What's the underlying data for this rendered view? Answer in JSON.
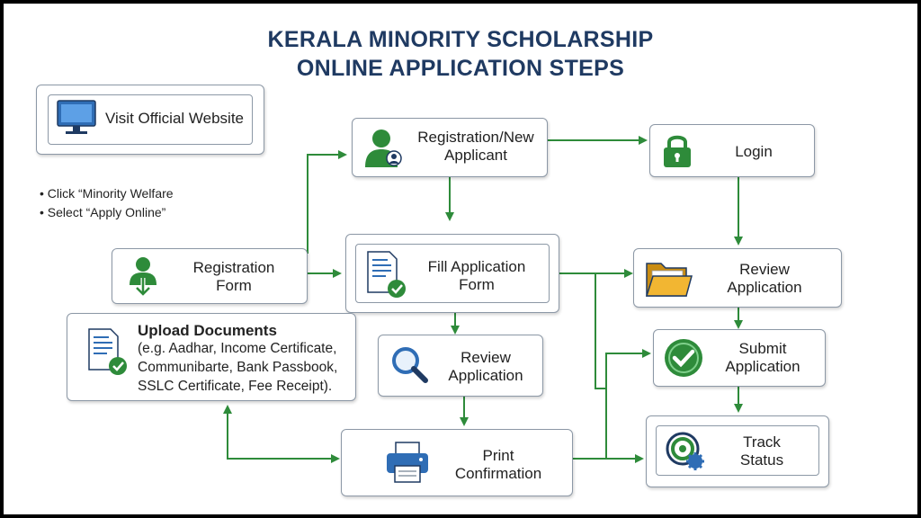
{
  "title": {
    "line1": "KERALA MINORITY SCHOLARSHIP",
    "line2": "ONLINE APPLICATION STEPS"
  },
  "nodes": {
    "visit_website": {
      "label": "Visit Official Website",
      "icon": "monitor-icon"
    },
    "registration_new": {
      "label_line1": "Registration/New",
      "label_line2": "Applicant",
      "icon": "user-icon"
    },
    "login": {
      "label": "Login",
      "icon": "lock-icon"
    },
    "registration_form": {
      "label_line1": "Registration",
      "label_line2": "Form",
      "icon": "user-download-icon"
    },
    "fill_application": {
      "label_line1": "Fill Application",
      "label_line2": "Form",
      "icon": "document-check-icon"
    },
    "review_application_right": {
      "label_line1": "Review",
      "label_line2": "Application",
      "icon": "folder-icon"
    },
    "upload_documents": {
      "title": "Upload Documents",
      "lines": [
        "(e.g. Aadhar, Income Certificate,",
        "Communibarte, Bank Passbook,",
        "SSLC Certificate, Fee Receipt)."
      ],
      "icon": "document-check-icon"
    },
    "review_application_mid": {
      "label_line1": "Review",
      "label_line2": "Application",
      "icon": "magnifier-icon"
    },
    "submit_application": {
      "label_line1": "Submit",
      "label_line2": "Application",
      "icon": "checkmark-icon"
    },
    "print_confirmation": {
      "label_line1": "Print",
      "label_line2": "Confirmation",
      "icon": "printer-icon"
    },
    "track_status": {
      "label_line1": "Track",
      "label_line2": "Status",
      "icon": "target-gear-icon"
    }
  },
  "instructions": [
    "Click “Minority Welfare",
    "Select “Apply Online”"
  ],
  "colors": {
    "title": "#1f3a62",
    "arrow": "#2e8b3a",
    "box_border": "#8c98a6",
    "icon_blue": "#2f6db5",
    "icon_green": "#2e8b3a",
    "folder": "#f2b632"
  }
}
